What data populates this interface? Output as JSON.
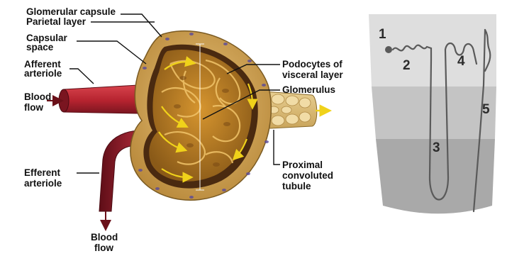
{
  "glomerulus_diagram": {
    "labels": {
      "glomerular_capsule": "Glomerular capsule",
      "parietal_layer": "Parietal layer",
      "capsular_space_l1": "Capsular",
      "capsular_space_l2": "space",
      "afferent_l1": "Afferent",
      "afferent_l2": "arteriole",
      "blood_flow_in_l1": "Blood",
      "blood_flow_in_l2": "flow",
      "efferent_l1": "Efferent",
      "efferent_l2": "arteriole",
      "blood_flow_out_l1": "Blood",
      "blood_flow_out_l2": "flow",
      "podocytes_l1": "Podocytes of",
      "podocytes_l2": "visceral layer",
      "glomerulus": "Glomerulus",
      "pct_l1": "Proximal",
      "pct_l2": "convoluted",
      "pct_l3": "tubule"
    },
    "colors": {
      "arteriole": "#b5232f",
      "arteriole_dark": "#7a1520",
      "capsule": "#d9b46a",
      "glomerulus": "#c98a2a",
      "flow_arrow": "#f0d21a"
    }
  },
  "nephron_diagram": {
    "segments": [
      "1",
      "2",
      "3",
      "4",
      "5"
    ],
    "colors": {
      "zone_top": "#dedede",
      "zone_middle": "#c4c4c4",
      "zone_bottom": "#a9a9a9",
      "tubule": "#5a5a5a"
    }
  }
}
